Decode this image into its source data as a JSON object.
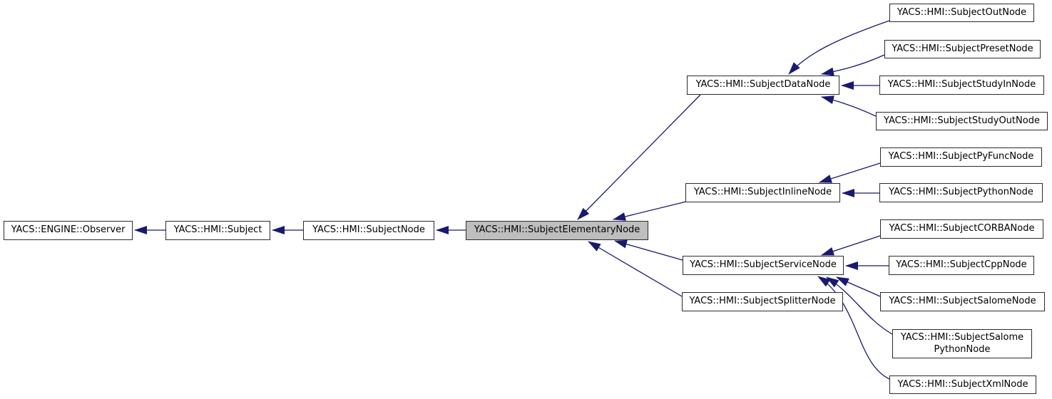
{
  "diagram": {
    "type": "class-inheritance-graph",
    "selected_class": "YACS::HMI::SubjectElementaryNode"
  },
  "nodes": {
    "observer": "YACS::ENGINE::Observer",
    "subject": "YACS::HMI::Subject",
    "subject_node": "YACS::HMI::SubjectNode",
    "elementary_node": "YACS::HMI::SubjectElementaryNode",
    "data_node": "YACS::HMI::SubjectDataNode",
    "inline_node": "YACS::HMI::SubjectInlineNode",
    "service_node": "YACS::HMI::SubjectServiceNode",
    "splitter_node": "YACS::HMI::SubjectSplitterNode",
    "out_node": "YACS::HMI::SubjectOutNode",
    "preset_node": "YACS::HMI::SubjectPresetNode",
    "study_in_node": "YACS::HMI::SubjectStudyInNode",
    "study_out_node": "YACS::HMI::SubjectStudyOutNode",
    "py_func_node": "YACS::HMI::SubjectPyFuncNode",
    "python_node": "YACS::HMI::SubjectPythonNode",
    "corba_node": "YACS::HMI::SubjectCORBANode",
    "cpp_node": "YACS::HMI::SubjectCppNode",
    "salome_node": "YACS::HMI::SubjectSalomeNode",
    "salome_python_node": "YACS::HMI::SubjectSalome\nPythonNode",
    "xml_node": "YACS::HMI::SubjectXmlNode"
  },
  "edges": [
    {
      "from": "subject",
      "to": "observer"
    },
    {
      "from": "subject_node",
      "to": "subject"
    },
    {
      "from": "elementary_node",
      "to": "subject_node"
    },
    {
      "from": "data_node",
      "to": "elementary_node"
    },
    {
      "from": "inline_node",
      "to": "elementary_node"
    },
    {
      "from": "service_node",
      "to": "elementary_node"
    },
    {
      "from": "splitter_node",
      "to": "elementary_node"
    },
    {
      "from": "out_node",
      "to": "data_node"
    },
    {
      "from": "preset_node",
      "to": "data_node"
    },
    {
      "from": "study_in_node",
      "to": "data_node"
    },
    {
      "from": "study_out_node",
      "to": "data_node"
    },
    {
      "from": "py_func_node",
      "to": "inline_node"
    },
    {
      "from": "python_node",
      "to": "inline_node"
    },
    {
      "from": "corba_node",
      "to": "service_node"
    },
    {
      "from": "cpp_node",
      "to": "service_node"
    },
    {
      "from": "salome_node",
      "to": "service_node"
    },
    {
      "from": "salome_python_node",
      "to": "service_node"
    },
    {
      "from": "xml_node",
      "to": "service_node"
    }
  ],
  "colors": {
    "edge": "#191970",
    "node_border": "#2b2b2b",
    "node_fill": "#ffffff",
    "selected_fill": "#bebebe",
    "text": "#000000",
    "background": "#ffffff"
  }
}
